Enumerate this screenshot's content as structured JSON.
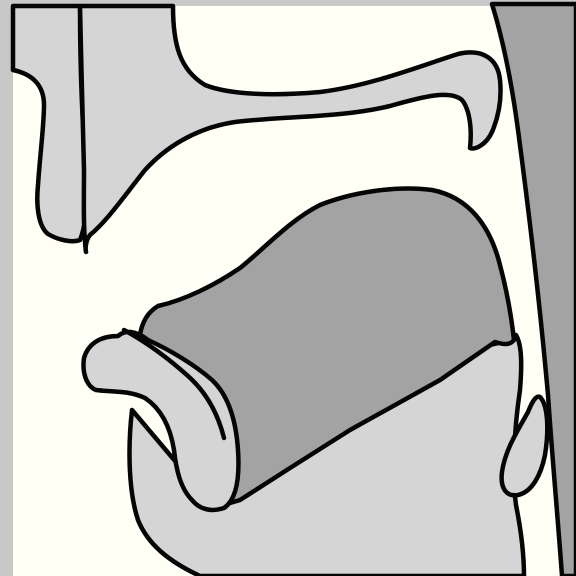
{
  "diagram": {
    "colors": {
      "background": "#fffff5",
      "frame_edge": "#c8c8c8",
      "light_tissue": "#d5d5d5",
      "dark_tissue": "#a3a3a3",
      "outline": "#050505"
    },
    "parts": [
      "upper-lip",
      "palate",
      "pharynx-wall",
      "tongue",
      "lower-lip",
      "lower-jaw"
    ]
  }
}
